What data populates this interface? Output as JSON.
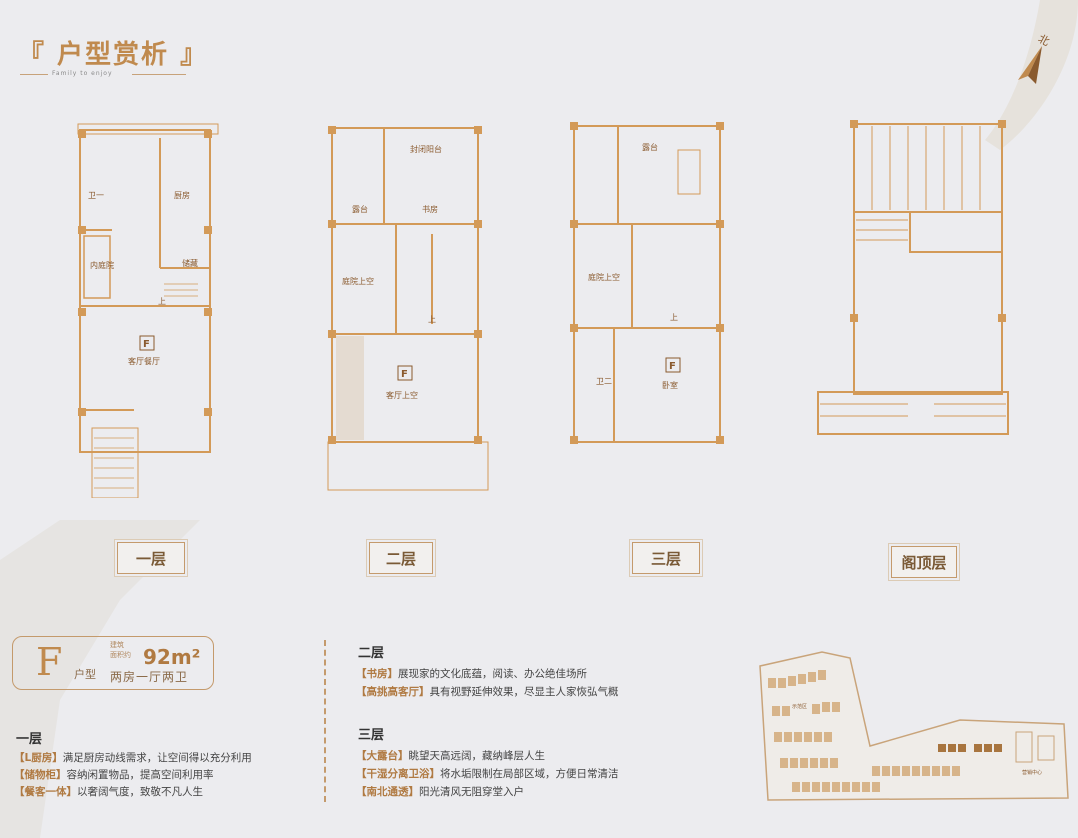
{
  "header": {
    "title": "『 户型赏析 』",
    "subtitle": "Family to enjoy"
  },
  "compass": {
    "label": "北"
  },
  "plans": {
    "floor1": {
      "rooms": [
        "卫一",
        "厨房",
        "内庭院",
        "储藏",
        "客厅餐厅"
      ],
      "stair_label": "上",
      "type_marker": "F"
    },
    "floor2": {
      "rooms": [
        "封闭阳台",
        "露台",
        "书房",
        "庭院上空",
        "客厅上空"
      ],
      "stair_label": "上",
      "type_marker": "F"
    },
    "floor3": {
      "rooms": [
        "露台",
        "庭院上空",
        "卫二",
        "卧室"
      ],
      "stair_label": "上",
      "type_marker": "F"
    }
  },
  "floors": {
    "f1": "一层",
    "f2": "二层",
    "f3": "三层",
    "roof": "阁顶层"
  },
  "unit": {
    "letter": "F",
    "type_label": "户型",
    "area_caption_1": "建筑",
    "area_caption_2": "面积约",
    "area": "92m²",
    "rooms": "两房一厅两卫"
  },
  "section1": {
    "heading": "一层",
    "items": [
      {
        "tag": "【L厨房】",
        "text": "满足厨房动线需求，让空间得以充分利用"
      },
      {
        "tag": "【储物柜】",
        "text": "容纳闲置物品，提高空间利用率"
      },
      {
        "tag": "【餐客一体】",
        "text": "以奢阔气度，致敬不凡人生"
      }
    ]
  },
  "section2": {
    "heading": "二层",
    "items": [
      {
        "tag": "【书房】",
        "text": "展现家的文化底蕴，阅读、办公绝佳场所"
      },
      {
        "tag": "【高挑高客厅】",
        "text": "具有视野延伸效果，尽显主人家恢弘气概"
      }
    ]
  },
  "section3": {
    "heading": "三层",
    "items": [
      {
        "tag": "【大露台】",
        "text": "眺望天高远阔，藏纳峰层人生"
      },
      {
        "tag": "【干湿分离卫浴】",
        "text": "将水垢限制在局部区域，方便日常清洁"
      },
      {
        "tag": "【南北通透】",
        "text": "阳光清风无阻穿堂入户"
      }
    ]
  },
  "siteplan": {
    "label_1": "营销中心",
    "label_2": "示范区"
  },
  "colors": {
    "accent": "#c08a4e",
    "wall": "#d39a58",
    "background": "#ececef"
  }
}
